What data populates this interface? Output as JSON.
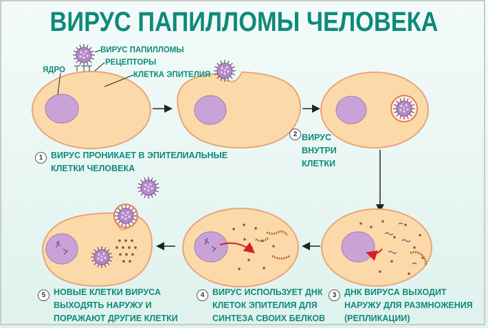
{
  "title": "ВИРУС ПАПИЛЛОМЫ ЧЕЛОВЕКА",
  "labels": {
    "virus": "ВИРУС ПАПИЛЛОМЫ",
    "receptors": "РЕЦЕПТОРЫ",
    "cell": "КЛЕТКА ЭПИТЕЛИЯ",
    "nucleus": "ЯДРО"
  },
  "steps": [
    {
      "num": "1",
      "lines": [
        "ВИРУС ПРОНИКАЕТ В ЭПИТЕЛИАЛЬНЫЕ",
        "КЛЕТКИ ЧЕЛОВЕКА"
      ]
    },
    {
      "num": "2",
      "lines": [
        "ВИРУС",
        "ВНУТРИ",
        "КЛЕТКИ"
      ]
    },
    {
      "num": "3",
      "lines": [
        "ДНК ВИРУСА ВЫХОДИТ",
        "НАРУЖУ ДЛЯ РАЗМНОЖЕНИЯ",
        "(РЕПЛИКАЦИИ)"
      ]
    },
    {
      "num": "4",
      "lines": [
        "ВИРУС ИСПОЛЬЗУЕТ ДНК",
        "КЛЕТОК ЭПИТЕЛИЯ ДЛЯ",
        "СИНТЕЗА СВОИХ БЕЛКОВ"
      ]
    },
    {
      "num": "5",
      "lines": [
        "НОВЫЕ КЛЕТКИ ВИРУСА",
        "ВЫХОДЯТЬ НАРУЖУ И",
        "ПОРАЖАЮТ ДРУГИЕ КЛЕТКИ"
      ]
    }
  ],
  "colors": {
    "title": "#0e8a7b",
    "cell_fill": "#fcd9a8",
    "cell_stroke": "#e8a47c",
    "nucleus": "#c9a3d8",
    "virus": "#b487c8",
    "arrow": "#222222",
    "red_arrow": "#d42020"
  }
}
